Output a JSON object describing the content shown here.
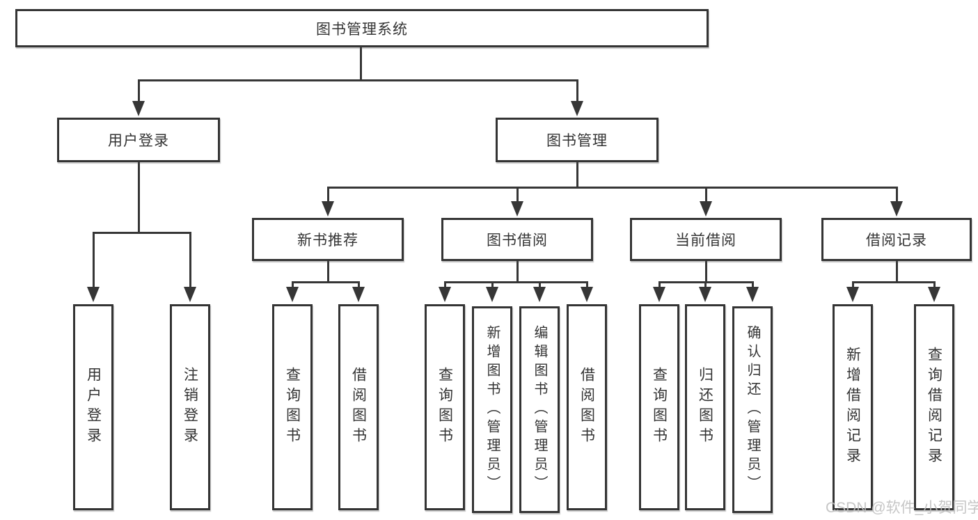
{
  "diagram": {
    "root": {
      "label": "图书管理系统"
    },
    "branches": [
      {
        "label": "用户登录",
        "children": [
          {
            "label": "用户登录"
          },
          {
            "label": "注销登录"
          }
        ]
      },
      {
        "label": "图书管理",
        "children": [
          {
            "label": "新书推荐",
            "children": [
              {
                "label": "查询图书"
              },
              {
                "label": "借阅图书"
              }
            ]
          },
          {
            "label": "图书借阅",
            "children": [
              {
                "label": "查询图书"
              },
              {
                "label": "新增图书（管理员）"
              },
              {
                "label": "编辑图书（管理员）"
              },
              {
                "label": "借阅图书"
              }
            ]
          },
          {
            "label": "当前借阅",
            "children": [
              {
                "label": "查询图书"
              },
              {
                "label": "归还图书"
              },
              {
                "label": "确认归还（管理员）"
              }
            ]
          },
          {
            "label": "借阅记录",
            "children": [
              {
                "label": "新增借阅记录"
              },
              {
                "label": "查询借阅记录"
              }
            ]
          }
        ]
      }
    ]
  },
  "watermark": {
    "text": "CSDN @软件_小贺同学"
  },
  "colors": {
    "line": "#363636",
    "box_border": "#343434",
    "text": "#333333",
    "watermark_text": "#c0c0c0",
    "background": "#ffffff"
  }
}
